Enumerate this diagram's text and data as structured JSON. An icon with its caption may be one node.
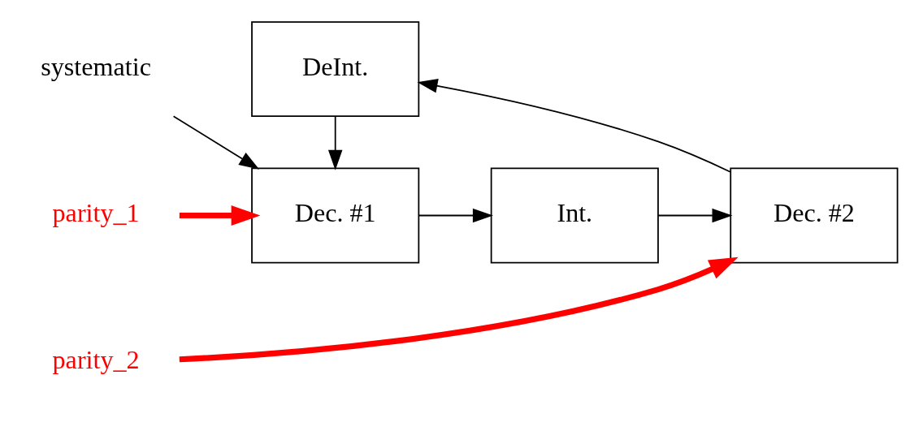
{
  "diagram": {
    "nodes": [
      {
        "text": [
          "DeInt."
        ]
      },
      {
        "text": [
          "Dec. #1"
        ]
      },
      {
        "text": [
          "Int."
        ]
      },
      {
        "text": [
          "Dec. #2"
        ]
      },
      {
        "text": [
          "systematic"
        ]
      },
      {
        "text": [
          "parity_1"
        ]
      },
      {
        "text": [
          "parity_2"
        ]
      }
    ],
    "edges": [
      {
        "from": 0,
        "to": 1,
        "arrow": "to"
      },
      {
        "from": 4,
        "to": 1,
        "arrow": "to"
      },
      {
        "from": 5,
        "to": 1,
        "arrow": "to",
        "style": "thick",
        "color": "#ff0000"
      },
      {
        "from": 1,
        "to": 2,
        "arrow": "to"
      },
      {
        "from": 2,
        "to": 3,
        "arrow": "to"
      },
      {
        "from": 6,
        "to": 3,
        "arrow": "to",
        "style": "thick",
        "color": "#ff0000"
      },
      {
        "from": 3,
        "to": 0,
        "arrow": "to"
      }
    ]
  }
}
